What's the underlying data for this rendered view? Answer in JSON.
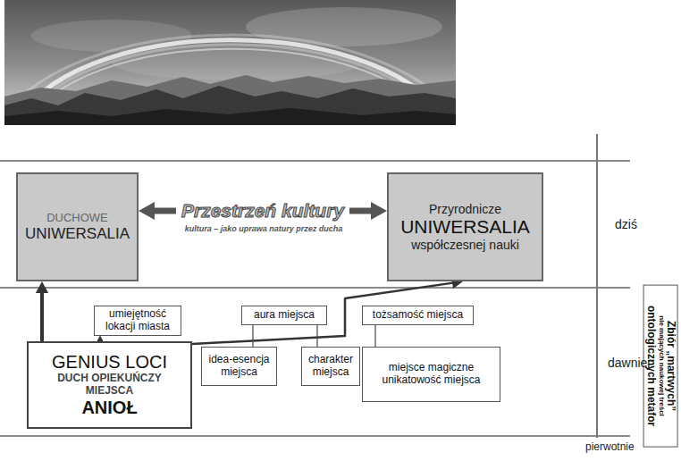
{
  "diagram": {
    "nodes": [
      {
        "text": [
          "DUCHOWE",
          "UNIWERSALIA"
        ]
      },
      {
        "text": [
          "Przyrodnicze",
          "UNIWERSALIA",
          "współczesnej nauki"
        ]
      },
      {
        "text": [
          "umiejętność lokacji miasta"
        ]
      },
      {
        "text": [
          "aura miejsca"
        ]
      },
      {
        "text": [
          "tożsamość miejsca"
        ]
      },
      {
        "text": [
          "GENIUS LOCI",
          "DUCH OPIEKUŃCZY MIEJSCA",
          "ANIOŁ"
        ]
      },
      {
        "text": [
          "idea-esencja miejsca"
        ]
      },
      {
        "text": [
          "charakter miejsca"
        ]
      },
      {
        "text": [
          "miejsce magiczne",
          "unikatowość miejsca"
        ]
      },
      {
        "text": [
          "Zbiór „martwych”",
          "nie mających naukowej treści",
          "ontologicznych metafor"
        ]
      }
    ],
    "edges": [
      {
        "from": 0,
        "to": 1,
        "arrow": "both",
        "label": "Przestrzeń kultury"
      },
      {
        "from": 5,
        "to": 0,
        "arrow": "to"
      },
      {
        "from": 5,
        "to": 2,
        "arrow": "to"
      },
      {
        "from": 5,
        "to": 1,
        "arrow": "to"
      },
      {
        "from": 3,
        "to": 6,
        "arrow": "none"
      },
      {
        "from": 3,
        "to": 7,
        "arrow": "none"
      },
      {
        "from": 4,
        "to": 8,
        "arrow": "none"
      }
    ],
    "labels": [
      "kultura – jako uprawa natury przez ducha",
      "dziś",
      "dawniej",
      "pierwotnie"
    ]
  }
}
